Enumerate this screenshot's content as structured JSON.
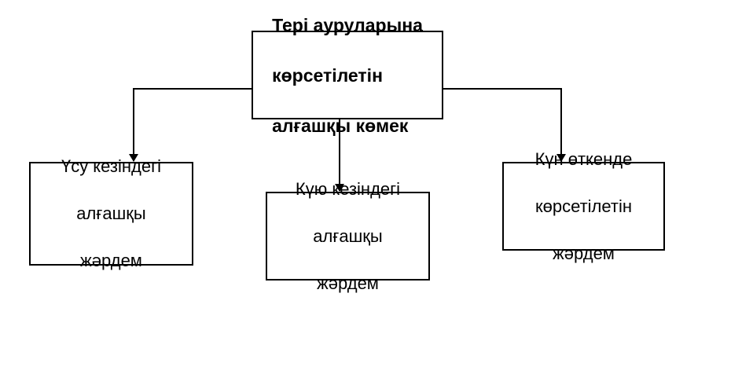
{
  "diagram": {
    "root": {
      "lines": [
        "Тері ауруларына",
        "көрсетілетін",
        "алғашқы көмек"
      ]
    },
    "children": [
      {
        "lines": [
          "Үсу кезіндегі",
          "алғашқы",
          "жәрдем"
        ]
      },
      {
        "lines": [
          "Күю кезіндегі",
          "алғашқы",
          "жәрдем"
        ]
      },
      {
        "lines": [
          "Күн өткенде",
          "көрсетілетін",
          "жәрдем"
        ]
      }
    ]
  }
}
